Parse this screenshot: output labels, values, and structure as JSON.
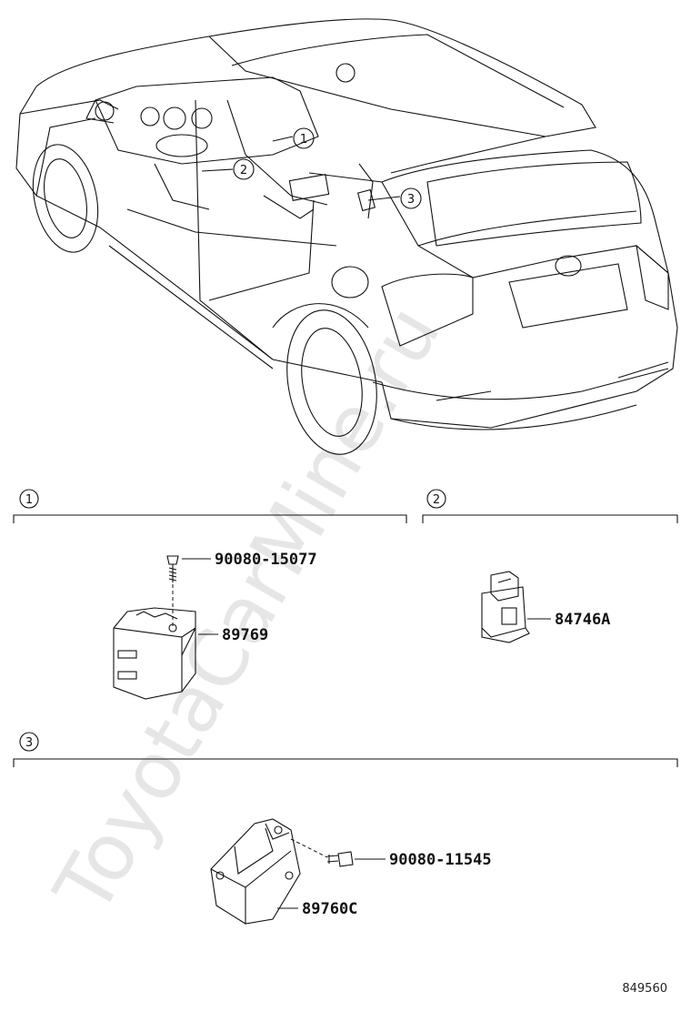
{
  "watermark": "ToyotaCarMine.ru",
  "callouts": [
    "1",
    "2",
    "3"
  ],
  "sections": [
    {
      "number": "1",
      "parts": [
        "90080-15077",
        "89769"
      ]
    },
    {
      "number": "2",
      "parts": [
        "84746A"
      ]
    },
    {
      "number": "3",
      "parts": [
        "90080-11545",
        "89760C"
      ]
    }
  ],
  "diagram_code": "849560"
}
